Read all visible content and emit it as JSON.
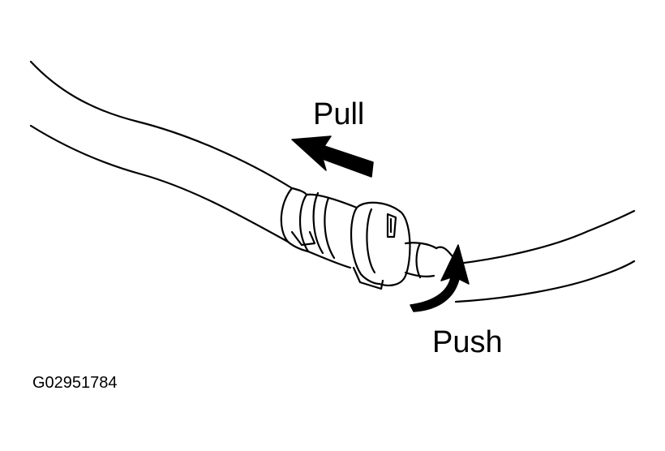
{
  "labels": {
    "pull": "Pull",
    "push": "Push",
    "figure_code": "G02951784"
  },
  "icons": {
    "pull_arrow": "left-arrow-icon",
    "push_arrow": "curved-up-arrow-icon"
  },
  "colors": {
    "line": "#000000",
    "background": "#ffffff"
  }
}
